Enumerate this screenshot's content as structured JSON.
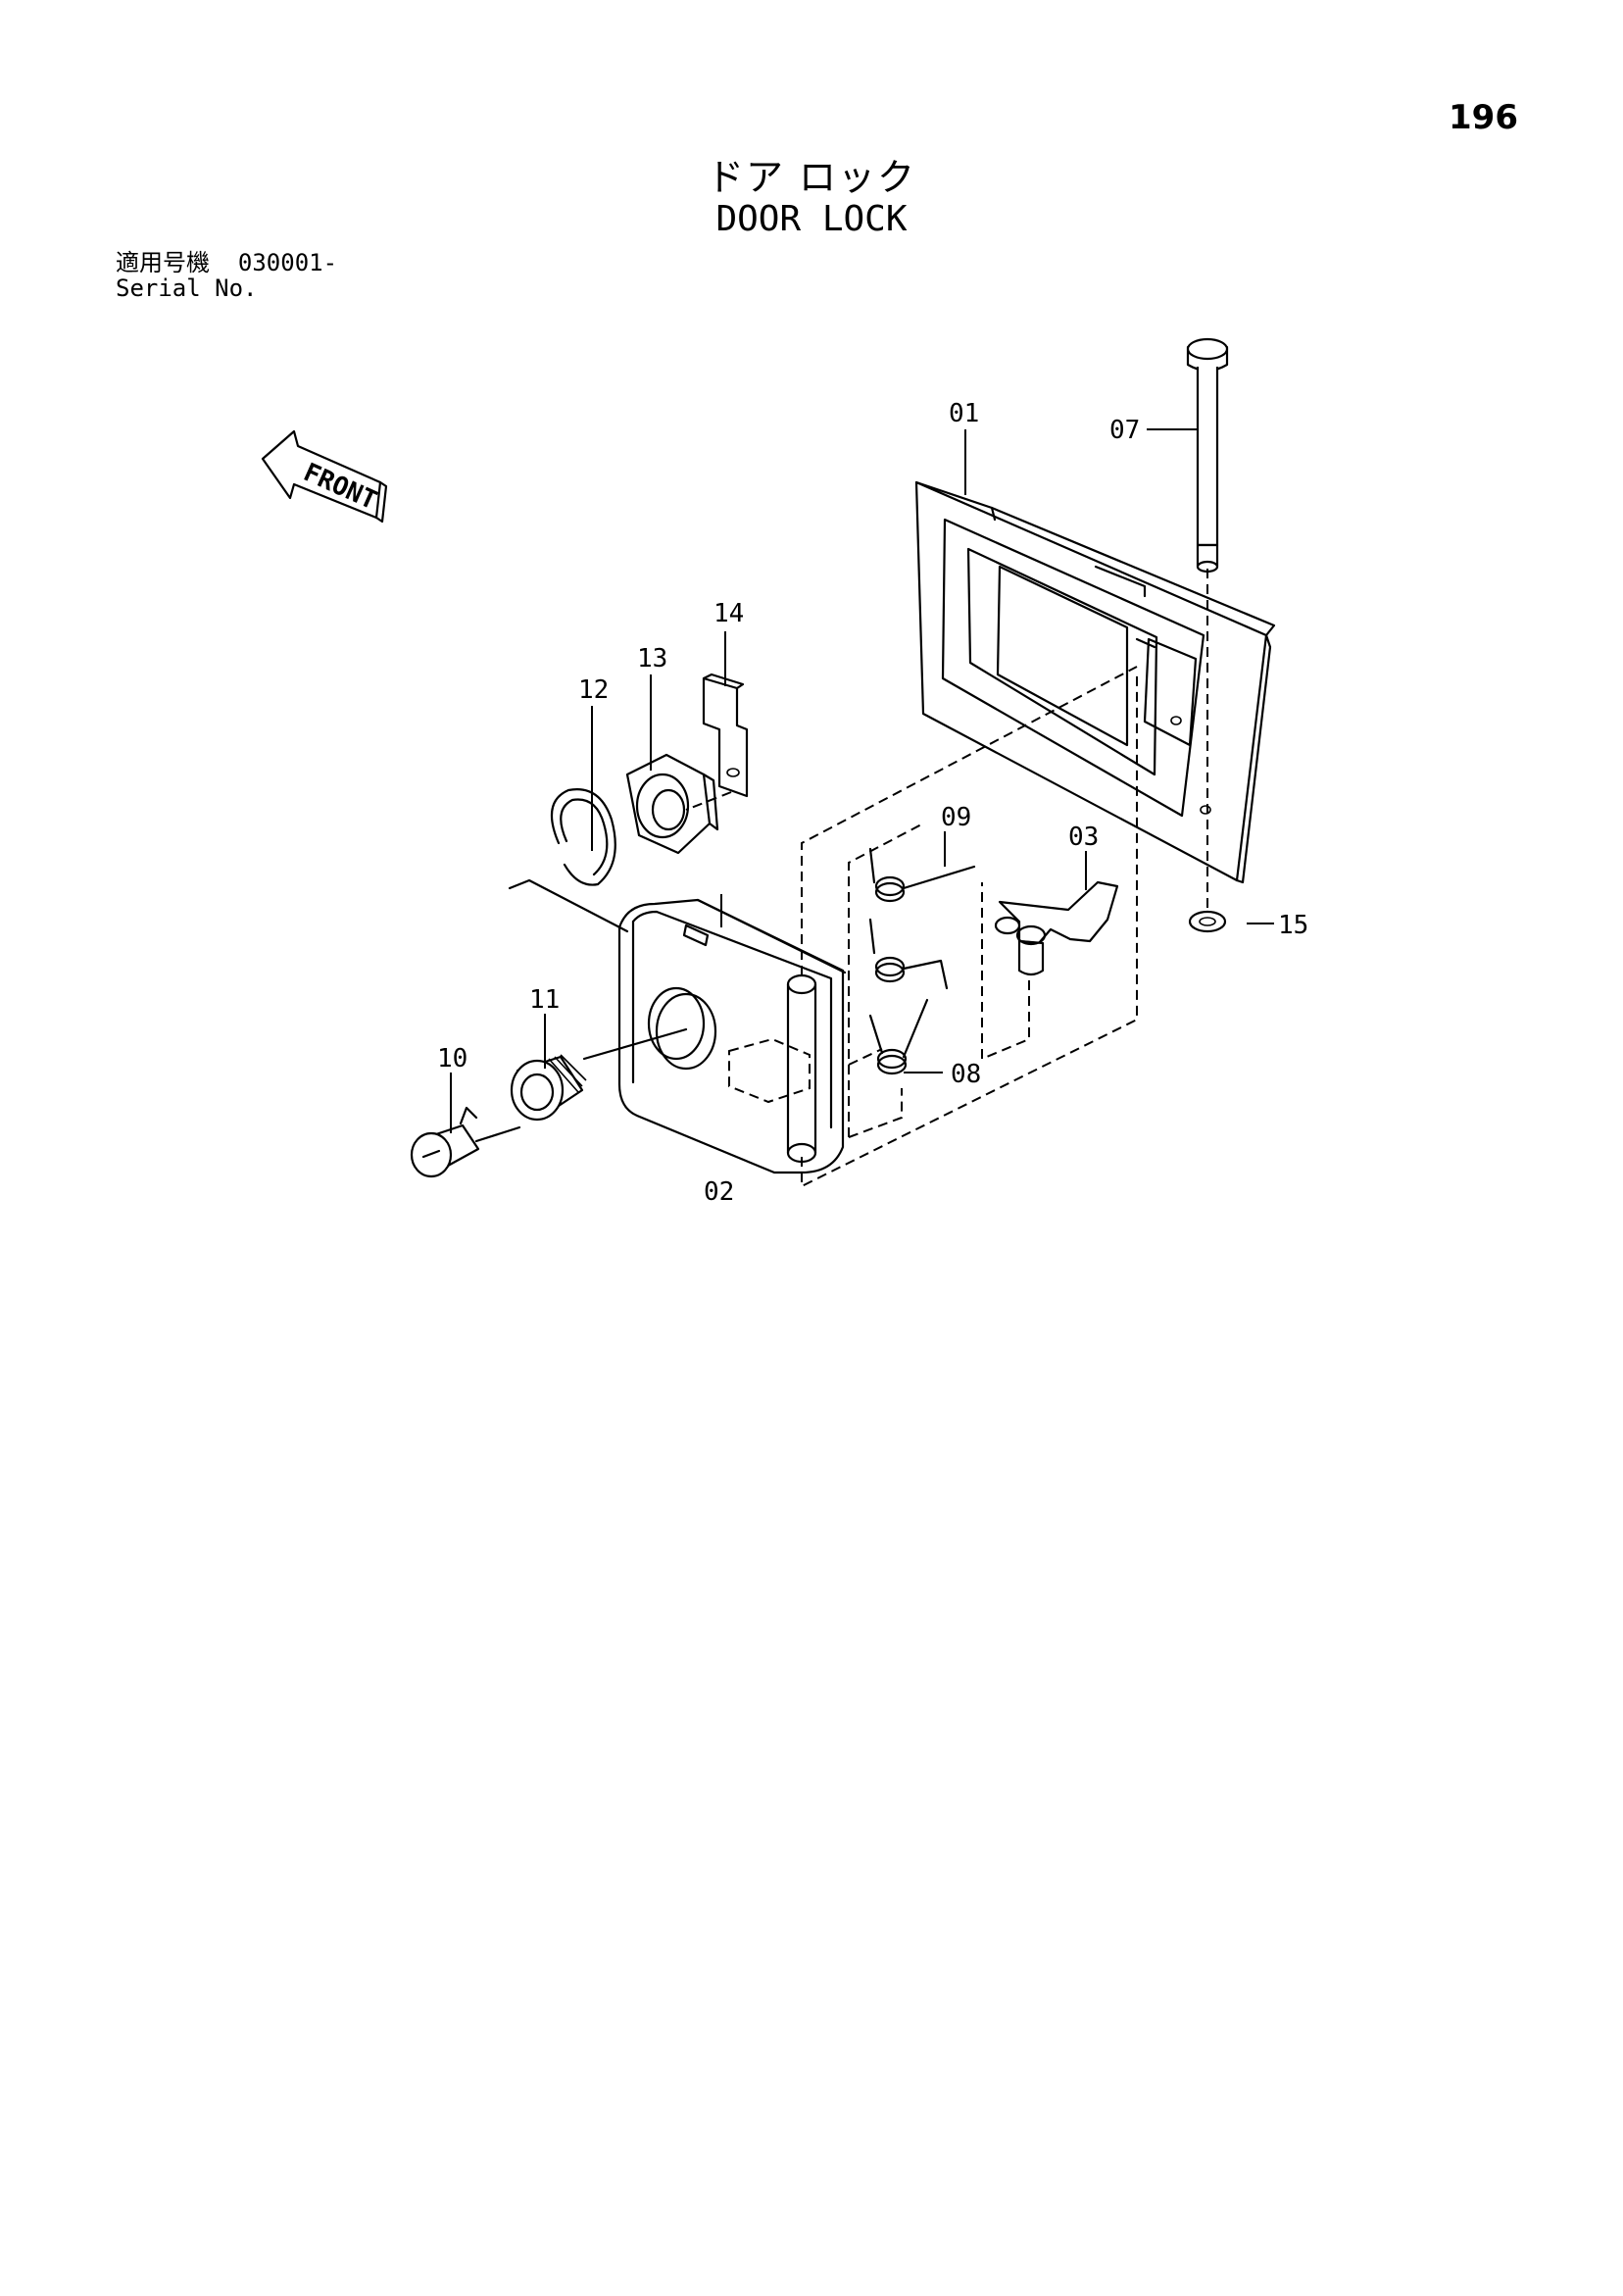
{
  "page_number": "196",
  "title_jp": "ドア ロック",
  "title_en": "DOOR LOCK",
  "serial": {
    "label_jp": "適用号機",
    "value": "030001-",
    "label_en": "Serial No."
  },
  "front_label": "FRONT",
  "parts": [
    {
      "id": "01"
    },
    {
      "id": "02"
    },
    {
      "id": "03"
    },
    {
      "id": "07"
    },
    {
      "id": "08"
    },
    {
      "id": "09"
    },
    {
      "id": "10"
    },
    {
      "id": "11"
    },
    {
      "id": "12"
    },
    {
      "id": "13"
    },
    {
      "id": "14"
    },
    {
      "id": "15"
    }
  ]
}
